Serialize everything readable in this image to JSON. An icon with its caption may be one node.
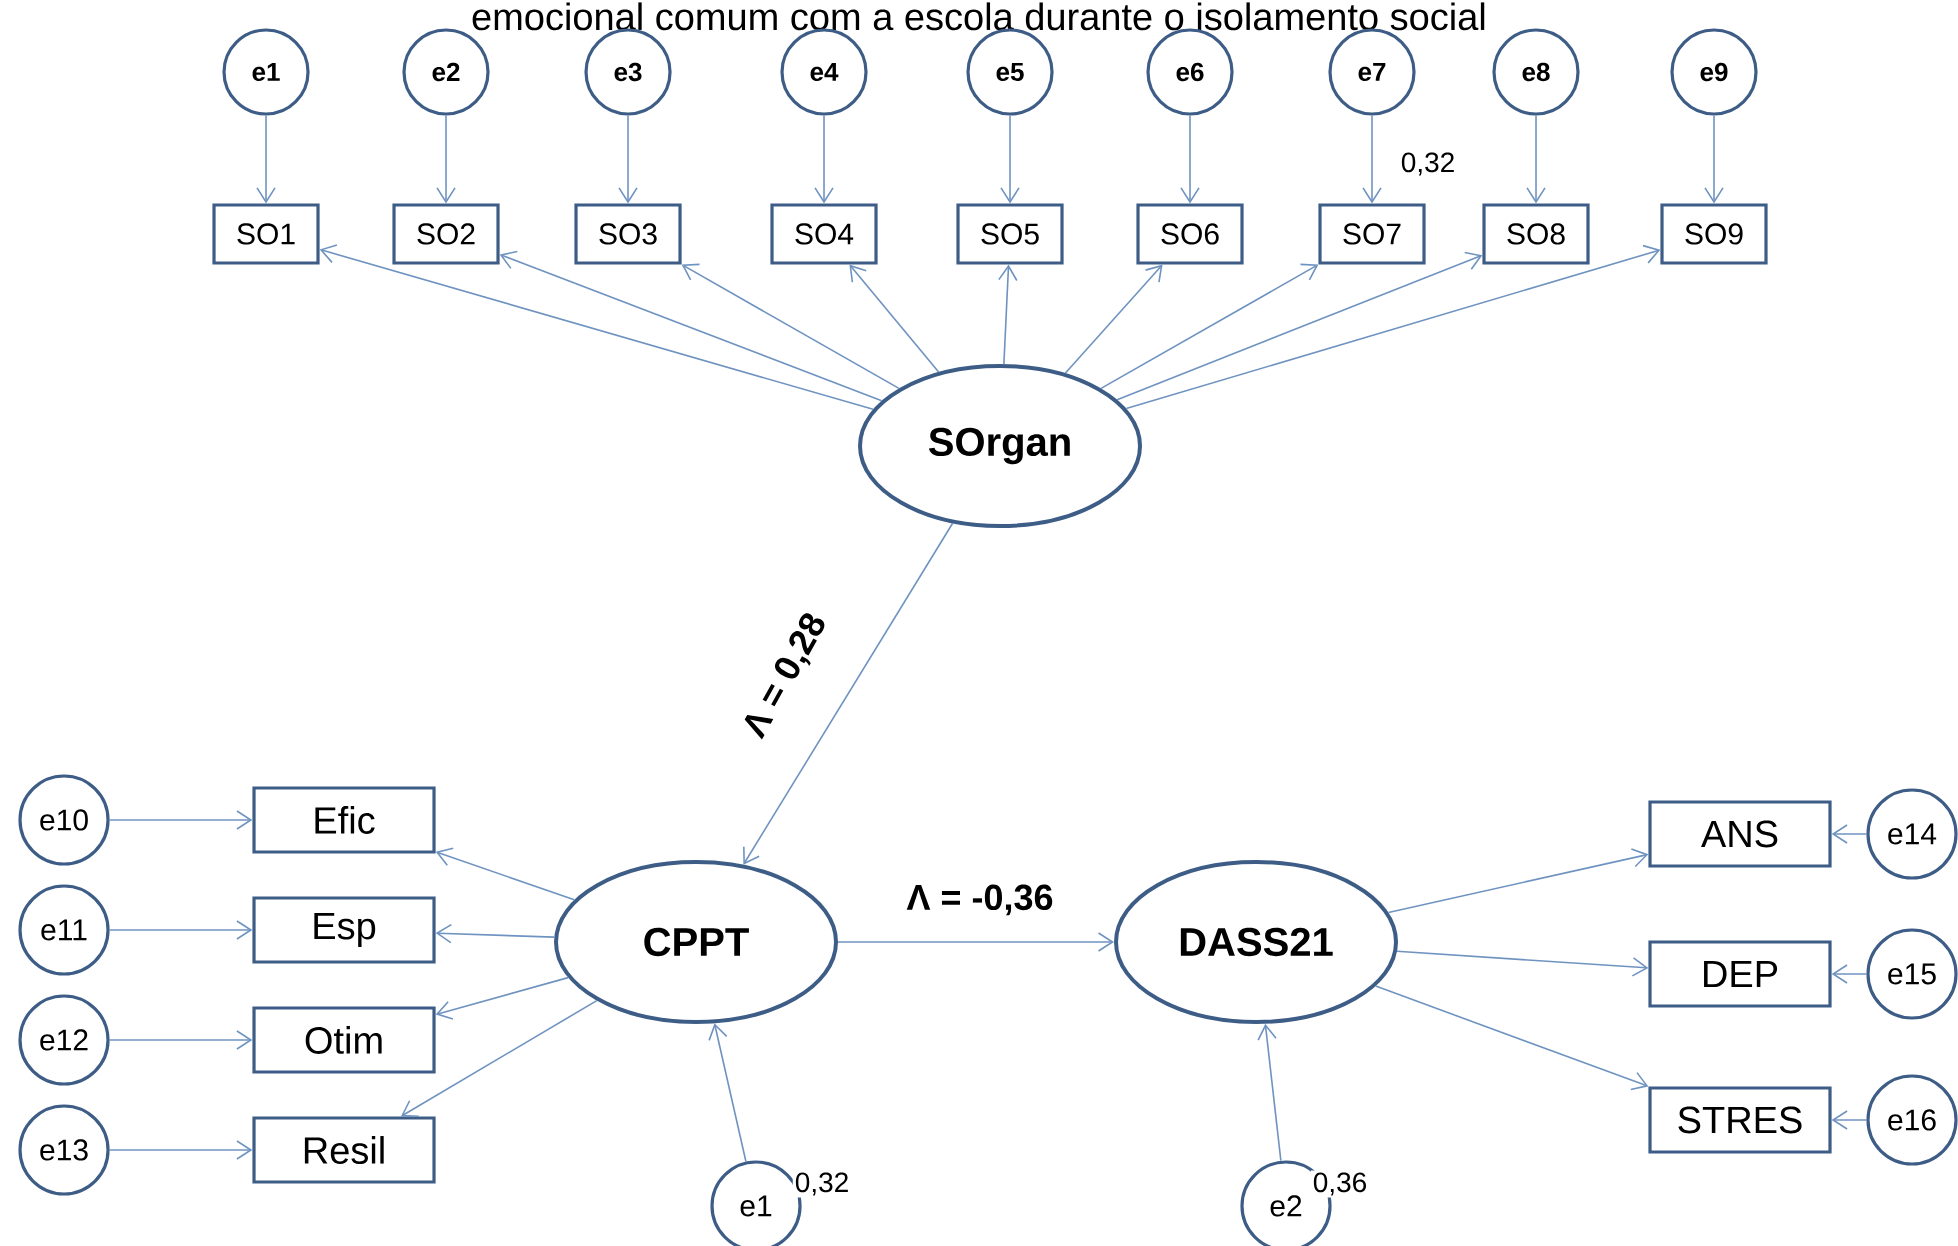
{
  "diagram": {
    "title": "emocional comum com a escola durante o isolamento social",
    "nodes": [
      {
        "text": [
          "e1"
        ]
      },
      {
        "text": [
          "e2"
        ]
      },
      {
        "text": [
          "e3"
        ]
      },
      {
        "text": [
          "e4"
        ]
      },
      {
        "text": [
          "e5"
        ]
      },
      {
        "text": [
          "e6"
        ]
      },
      {
        "text": [
          "e7"
        ]
      },
      {
        "text": [
          "e8"
        ]
      },
      {
        "text": [
          "e9"
        ]
      },
      {
        "text": [
          "SO1"
        ]
      },
      {
        "text": [
          "SO2"
        ]
      },
      {
        "text": [
          "SO3"
        ]
      },
      {
        "text": [
          "SO4"
        ]
      },
      {
        "text": [
          "SO5"
        ]
      },
      {
        "text": [
          "SO6"
        ]
      },
      {
        "text": [
          "SO7"
        ]
      },
      {
        "text": [
          "SO8"
        ]
      },
      {
        "text": [
          "SO9"
        ]
      },
      {
        "text": [
          "SOrgan"
        ]
      },
      {
        "text": [
          "CPPT"
        ]
      },
      {
        "text": [
          "DASS21"
        ]
      },
      {
        "text": [
          "e10"
        ]
      },
      {
        "text": [
          "e11"
        ]
      },
      {
        "text": [
          "e12"
        ]
      },
      {
        "text": [
          "e13"
        ]
      },
      {
        "text": [
          "Efic"
        ]
      },
      {
        "text": [
          "Esp"
        ]
      },
      {
        "text": [
          "Otim"
        ]
      },
      {
        "text": [
          "Resil"
        ]
      },
      {
        "text": [
          "e1"
        ]
      },
      {
        "text": [
          "e2"
        ]
      },
      {
        "text": [
          "ANS"
        ]
      },
      {
        "text": [
          "DEP"
        ]
      },
      {
        "text": [
          "STRES"
        ]
      },
      {
        "text": [
          "e14"
        ]
      },
      {
        "text": [
          "e15"
        ]
      },
      {
        "text": [
          "e16"
        ]
      }
    ],
    "edges": [
      {
        "from": 0,
        "to": 9,
        "arrow": "to"
      },
      {
        "from": 1,
        "to": 10,
        "arrow": "to"
      },
      {
        "from": 2,
        "to": 11,
        "arrow": "to"
      },
      {
        "from": 3,
        "to": 12,
        "arrow": "to"
      },
      {
        "from": 4,
        "to": 13,
        "arrow": "to"
      },
      {
        "from": 5,
        "to": 14,
        "arrow": "to"
      },
      {
        "from": 6,
        "to": 15,
        "arrow": "to",
        "label": "0,32"
      },
      {
        "from": 7,
        "to": 16,
        "arrow": "to"
      },
      {
        "from": 8,
        "to": 17,
        "arrow": "to"
      },
      {
        "from": 18,
        "to": 9,
        "arrow": "to"
      },
      {
        "from": 18,
        "to": 10,
        "arrow": "to"
      },
      {
        "from": 18,
        "to": 11,
        "arrow": "to"
      },
      {
        "from": 18,
        "to": 12,
        "arrow": "to"
      },
      {
        "from": 18,
        "to": 13,
        "arrow": "to"
      },
      {
        "from": 18,
        "to": 14,
        "arrow": "to"
      },
      {
        "from": 18,
        "to": 15,
        "arrow": "to"
      },
      {
        "from": 18,
        "to": 16,
        "arrow": "to"
      },
      {
        "from": 18,
        "to": 17,
        "arrow": "to"
      },
      {
        "from": 18,
        "to": 19,
        "arrow": "to",
        "label": "Λ = 0,28"
      },
      {
        "from": 19,
        "to": 20,
        "arrow": "to",
        "label": "Λ = -0,36"
      },
      {
        "from": 21,
        "to": 25,
        "arrow": "to"
      },
      {
        "from": 22,
        "to": 26,
        "arrow": "to"
      },
      {
        "from": 23,
        "to": 27,
        "arrow": "to"
      },
      {
        "from": 24,
        "to": 28,
        "arrow": "to"
      },
      {
        "from": 19,
        "to": 25,
        "arrow": "to"
      },
      {
        "from": 19,
        "to": 26,
        "arrow": "to"
      },
      {
        "from": 19,
        "to": 27,
        "arrow": "to"
      },
      {
        "from": 19,
        "to": 28,
        "arrow": "to"
      },
      {
        "from": 29,
        "to": 19,
        "arrow": "to",
        "label": "0,32"
      },
      {
        "from": 30,
        "to": 20,
        "arrow": "to",
        "label": "0,36"
      },
      {
        "from": 20,
        "to": 31,
        "arrow": "to"
      },
      {
        "from": 20,
        "to": 32,
        "arrow": "to"
      },
      {
        "from": 20,
        "to": 33,
        "arrow": "to"
      },
      {
        "from": 34,
        "to": 31,
        "arrow": "to"
      },
      {
        "from": 35,
        "to": 32,
        "arrow": "to"
      },
      {
        "from": 36,
        "to": 33,
        "arrow": "to"
      }
    ]
  }
}
